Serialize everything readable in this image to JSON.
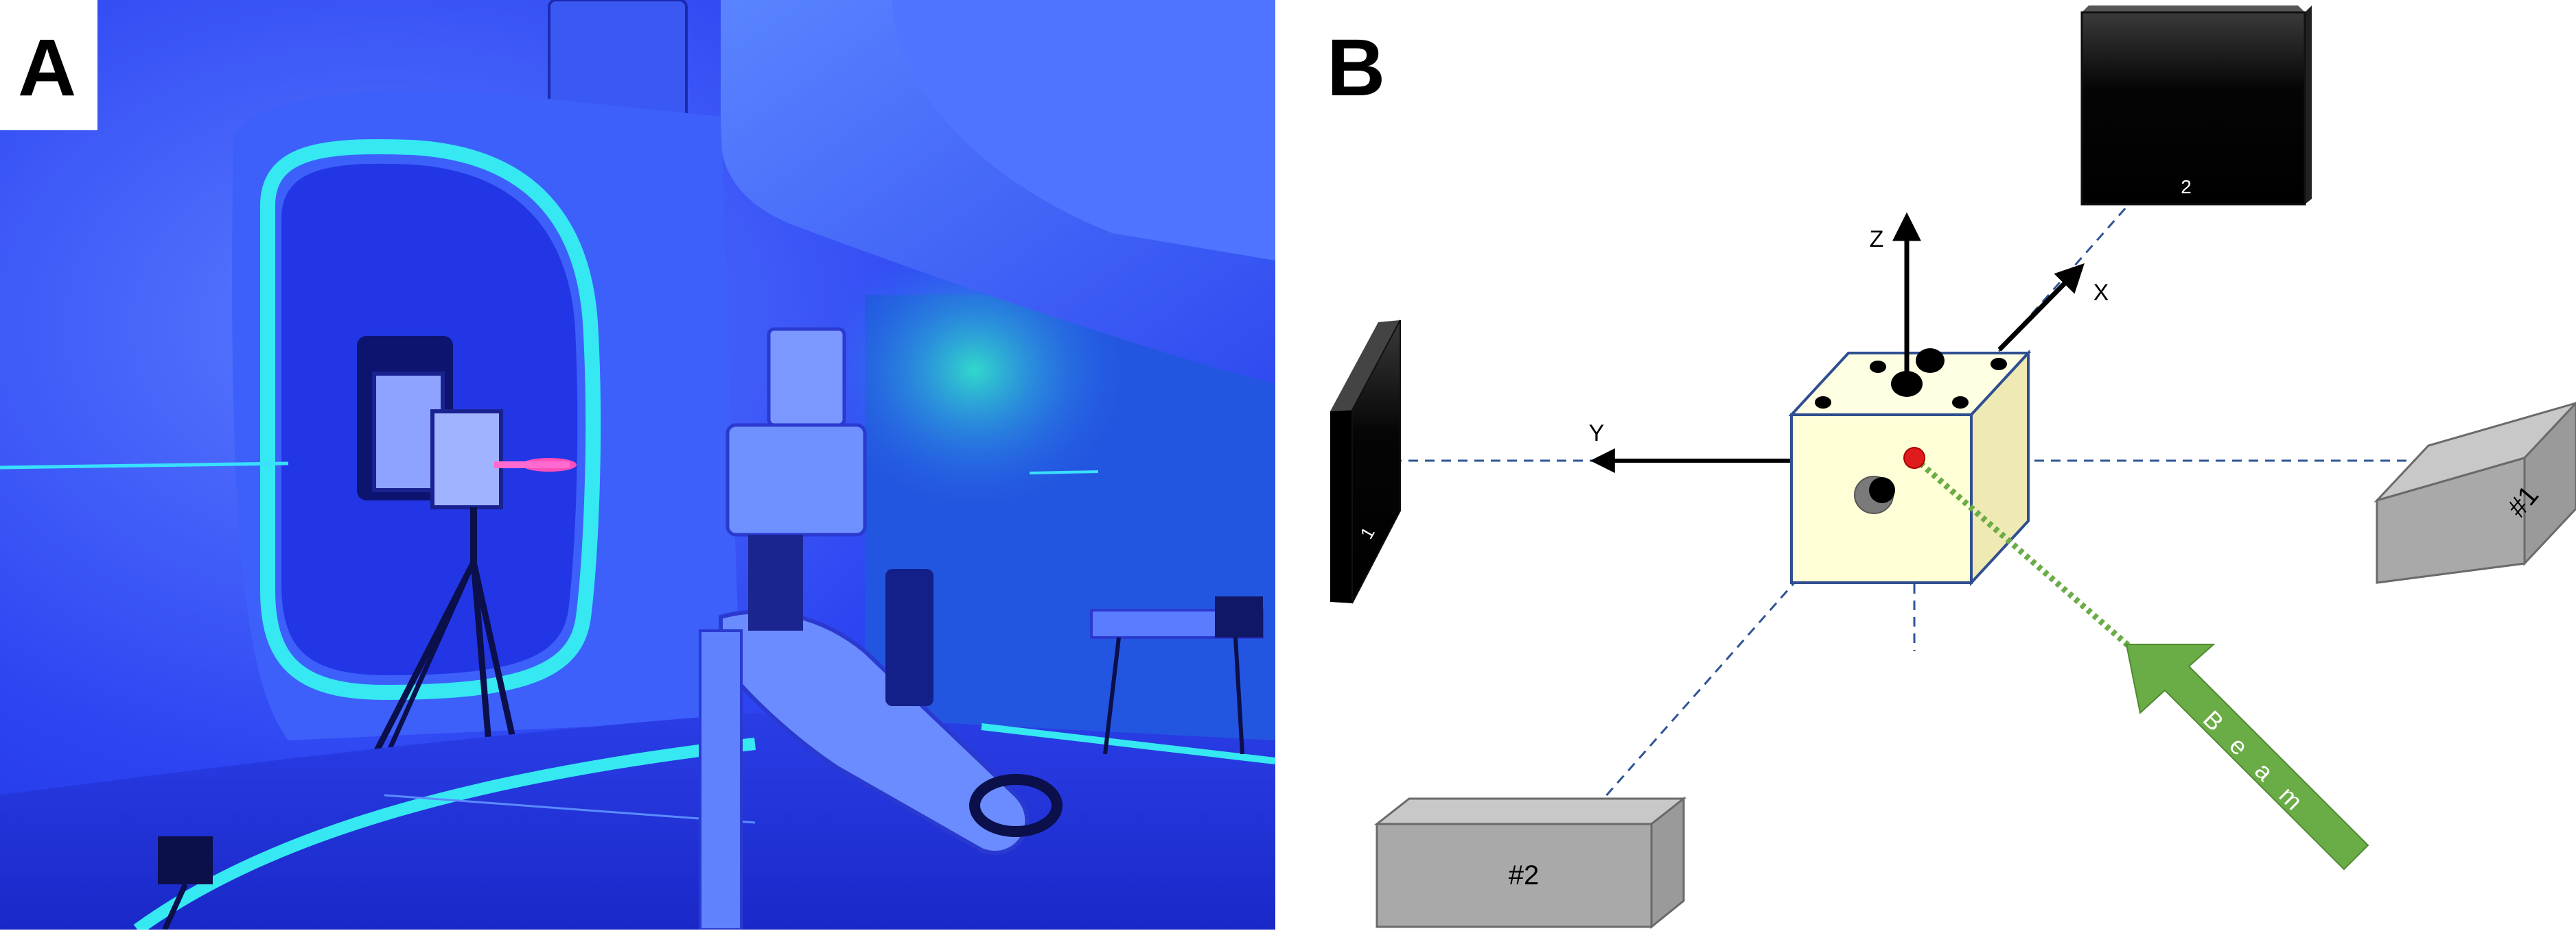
{
  "panel_a": {
    "letter": "A",
    "colors": {
      "room": "#1f35ef",
      "glow": "#36e8f2",
      "wall": "#4d73ff",
      "laser": "#ff4fb8"
    }
  },
  "panel_b": {
    "letter": "B",
    "axes": {
      "x": "X",
      "y": "Y",
      "z": "Z"
    },
    "panels": {
      "p1": "1",
      "p2": "2"
    },
    "boxes": {
      "b1": "#1",
      "b2": "#2"
    },
    "beam": {
      "letters": [
        "B",
        "e",
        "a",
        "m"
      ],
      "color": "#6aac45"
    },
    "colors": {
      "cube_face": "#ffffd7",
      "cube_edge": "#2f4f8f",
      "dashed": "#2f5597",
      "box_grey": "#a9a9a9",
      "isocenter": "#e01b1b"
    }
  }
}
